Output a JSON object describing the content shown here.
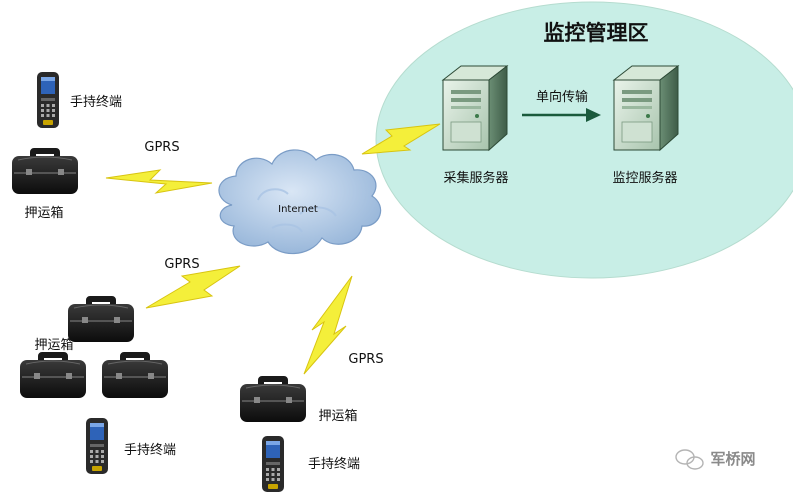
{
  "zone": {
    "title": "监控管理区",
    "fill": "#c8eee6"
  },
  "servers": {
    "collector_label": "采集服务器",
    "monitor_label": "监控服务器",
    "transfer_label": "单向传输",
    "transfer_arrow_color": "#1a5a3c"
  },
  "cloud": {
    "label": "Internet",
    "color": "#b9cfe8"
  },
  "links": {
    "gprs_label": "GPRS",
    "bolt_color": "#f4ef3a"
  },
  "devices": {
    "handheld_label": "手持终端",
    "case_label": "押运箱"
  },
  "watermark": {
    "text": "军桥网"
  }
}
